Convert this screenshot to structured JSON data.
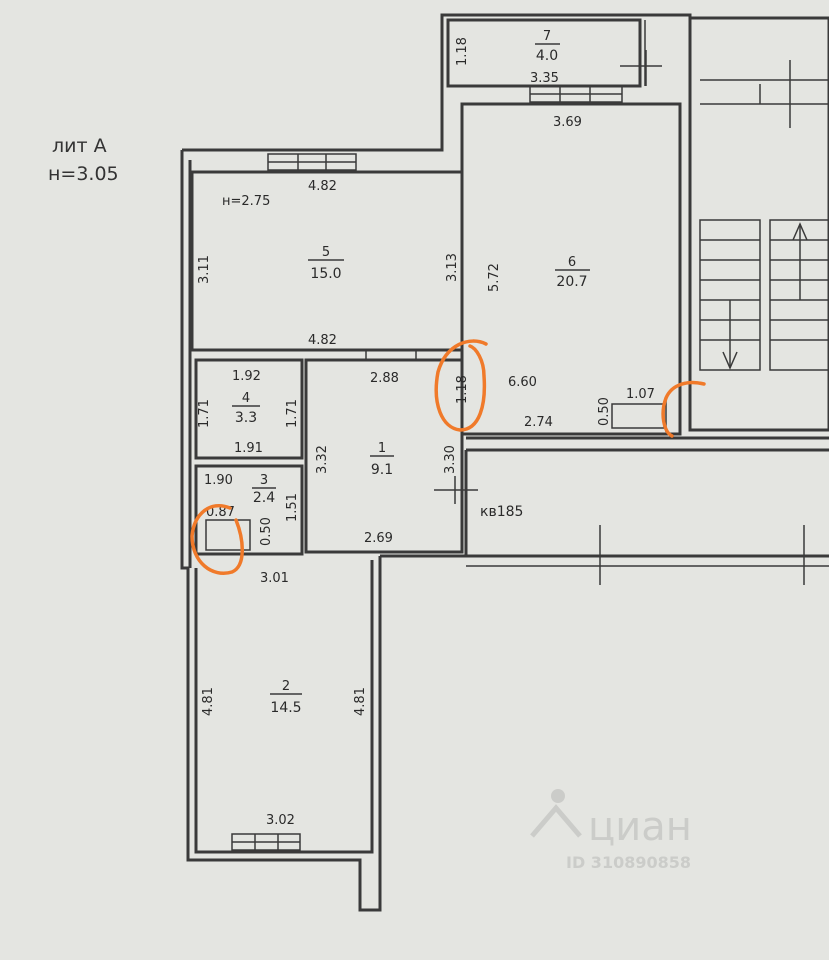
{
  "plan": {
    "title_line1": "лит А",
    "title_line2": "н=3.05",
    "rooms": [
      {
        "id": "room-7",
        "num": "7",
        "area": "4.0"
      },
      {
        "id": "room-6",
        "num": "6",
        "area": "20.7"
      },
      {
        "id": "room-5",
        "num": "5",
        "area": "15.0"
      },
      {
        "id": "room-4",
        "num": "4",
        "area": "3.3"
      },
      {
        "id": "room-1",
        "num": "1",
        "area": "9.1"
      },
      {
        "id": "room-3",
        "num": "3",
        "area": "2.4"
      },
      {
        "id": "room-2",
        "num": "2",
        "area": "14.5"
      }
    ],
    "room5_height": "н=2.75",
    "apartment_label": "кв185",
    "dims": {
      "d7_left": "1.18",
      "d7_bottom": "3.35",
      "d6_top": "3.69",
      "d6_left": "5.72",
      "d6_mid": "6.60",
      "d6_bottom": "2.74",
      "d6_small_h": "0.50",
      "d6_small_w": "1.07",
      "d6_circled": "1.18",
      "d5_top": "4.82",
      "d5_left": "3.11",
      "d5_right": "3.13",
      "d5_bottom": "4.82",
      "d4_top": "1.92",
      "d4_left": "1.71",
      "d4_right": "1.71",
      "d4_bottom": "1.91",
      "d1_top": "2.88",
      "d1_left": "3.32",
      "d1_right": "3.30",
      "d1_bottom": "2.69",
      "d3_top": "1.90",
      "d3_right": "1.51",
      "d3_small_w": "0.87",
      "d3_small_h": "0.50",
      "d2_top": "3.01",
      "d2_left": "4.81",
      "d2_right": "4.81",
      "d2_bottom": "3.02"
    },
    "watermark": {
      "brand": "циан",
      "id": "ID 310890858"
    }
  }
}
